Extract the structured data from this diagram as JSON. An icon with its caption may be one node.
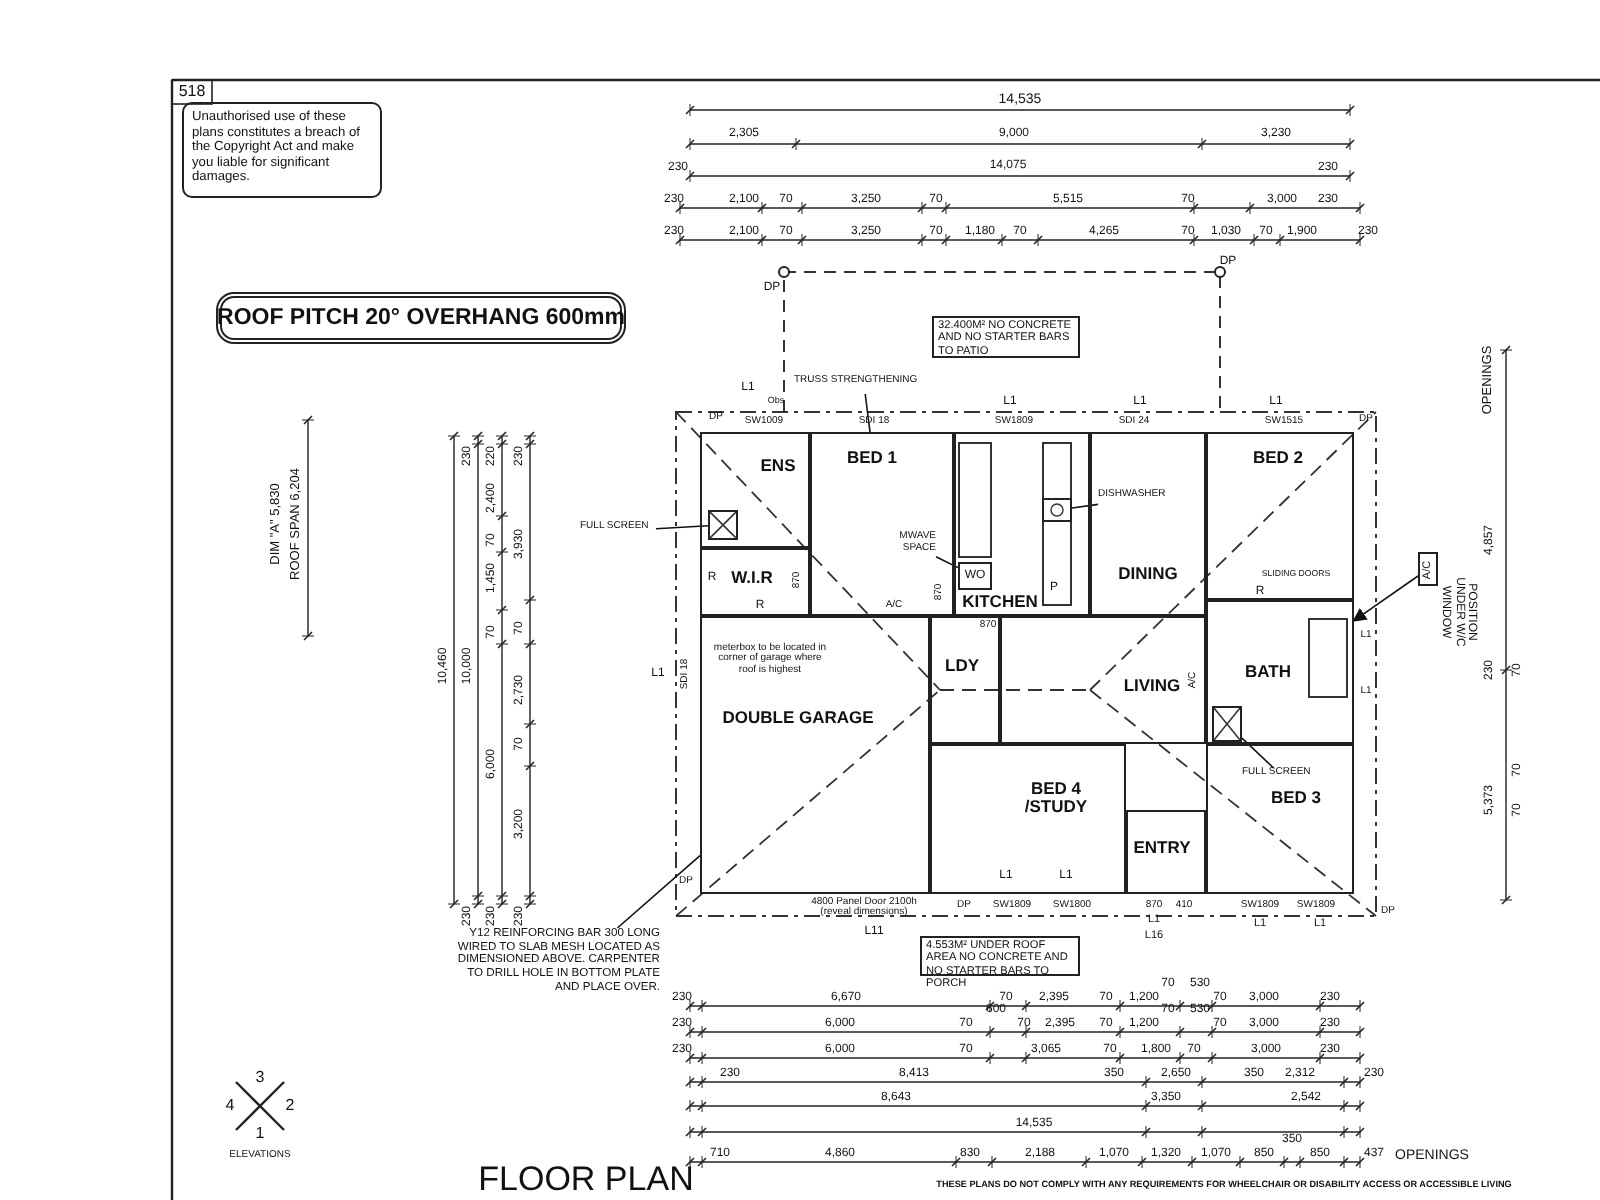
{
  "diagram": {
    "nodes": [
      {
        "text": [
          "Unauthorised use of these plans constitutes a breach of the Copyright Act and make you liable for significant damages."
        ]
      },
      {
        "text": [
          "ROOF PITCH 20° OVERHANG 600mm"
        ]
      },
      {
        "text": [
          "32.400M² NO CONCRETE AND NO STARTER BARS TO PATIO"
        ]
      },
      {
        "text": [
          "ENS"
        ]
      },
      {
        "text": [
          "W.I.R"
        ]
      },
      {
        "text": [
          "BED 1"
        ]
      },
      {
        "text": [
          "KITCHEN"
        ]
      },
      {
        "text": [
          "DINING"
        ]
      },
      {
        "text": [
          "BED 2"
        ]
      },
      {
        "text": [
          "LDY"
        ]
      },
      {
        "text": [
          "LIVING"
        ]
      },
      {
        "text": [
          "BATH"
        ]
      },
      {
        "text": [
          "DOUBLE GARAGE"
        ]
      },
      {
        "text": [
          "BED 4 /STUDY"
        ]
      },
      {
        "text": [
          "ENTRY"
        ]
      },
      {
        "text": [
          "BED 3"
        ]
      },
      {
        "text": [
          "4.553M² UNDER ROOF AREA NO CONCRETE AND NO STARTER BARS TO PORCH"
        ]
      },
      {
        "text": [
          "A/C"
        ],
        "beside": [
          "POSITION UNDER W/C WINDOW"
        ]
      },
      {
        "text": [
          "TRUSS STRENGTHENING"
        ]
      },
      {
        "text": [
          "FULL SCREEN"
        ]
      },
      {
        "text": [
          "MWAVE SPACE"
        ],
        "in": 5
      },
      {
        "text": [
          "DISHWASHER"
        ],
        "in": 7
      },
      {
        "text": [
          "FULL SCREEN"
        ],
        "in": 15
      },
      {
        "text": [
          "Y12 REINFORCING BAR 300 LONG WIRED TO SLAB MESH LOCATED AS DIMENSIONED ABOVE. CARPENTER TO DRILL HOLE IN BOTTOM PLATE AND PLACE OVER."
        ]
      },
      {
        "text": [],
        "shape": "box",
        "in": 3
      },
      {
        "text": [],
        "shape": "box",
        "in": 6
      },
      {
        "text": [
          "WO"
        ],
        "in": 6
      },
      {
        "text": [],
        "shape": "box",
        "in": 11
      }
    ],
    "edges": [
      {
        "from": 18,
        "to": 5,
        "arrow": "none"
      },
      {
        "from": 19,
        "to": 24,
        "arrow": "none"
      },
      {
        "from": 20,
        "to": 26,
        "arrow": "none"
      },
      {
        "from": 21,
        "to": 25,
        "arrow": "none"
      },
      {
        "from": 22,
        "to": 27,
        "arrow": "none"
      },
      {
        "from": 17,
        "to": 11,
        "arrow": "to"
      },
      {
        "from": 23,
        "to": 12,
        "arrow": "none"
      }
    ],
    "labels": [
      "518",
      "14,535",
      "2,305",
      "9,000",
      "3,230",
      "230",
      "14,075",
      "230",
      "230",
      "2,100",
      "70",
      "3,250",
      "70",
      "5,515",
      "70",
      "3,000",
      "230",
      "230",
      "2,100",
      "70",
      "3,250",
      "70",
      "1,180",
      "70",
      "4,265",
      "70",
      "1,030",
      "70",
      "1,900",
      "230",
      "DP",
      "DP",
      "DIM \"A\" 5,830",
      "ROOF SPAN 6,204",
      "10,460",
      "230",
      "10,000",
      "230",
      "220",
      "2,400",
      "70",
      "1,450",
      "70",
      "6,000",
      "230",
      "230",
      "3,930",
      "70",
      "2,730",
      "70",
      "3,200",
      "230",
      "L1",
      "L1",
      "L1",
      "L1",
      "DP",
      "Obs",
      "SW1009",
      "SDI 18",
      "SW1809",
      "SDI 24",
      "SW1515",
      "DP",
      "870",
      "870",
      "870",
      "P",
      "A/C",
      "A/C",
      "SLIDING DOORS",
      "R",
      "R",
      "R",
      "L1",
      "SDI 18",
      "L1",
      "L1",
      "meterbox to be located in corner of garage where roof is highest",
      "4800 Panel Door 2100h (reveal dimensions)",
      "L11",
      "DP",
      "L1",
      "L1",
      "DP",
      "SW1809",
      "SW1800",
      "870",
      "410",
      "L1",
      "L16",
      "SW1809",
      "SW1809",
      "DP",
      "L1",
      "L1",
      "OPENINGS",
      "4,857",
      "230",
      "70",
      "5,373",
      "70",
      "70",
      "230",
      "6,670",
      "70",
      "2,395",
      "70",
      "1,200",
      "70",
      "530",
      "70",
      "3,000",
      "230",
      "230",
      "6,000",
      "70",
      "600",
      "70",
      "2,395",
      "70",
      "1,200",
      "70",
      "530",
      "70",
      "3,000",
      "230",
      "230",
      "6,000",
      "70",
      "3,065",
      "70",
      "1,800",
      "70",
      "3,000",
      "230",
      "230",
      "8,413",
      "350",
      "2,650",
      "350",
      "2,312",
      "230",
      "8,643",
      "3,350",
      "2,542",
      "14,535",
      "710",
      "4,860",
      "830",
      "2,188",
      "1,070",
      "1,320",
      "1,070",
      "850",
      "350",
      "850",
      "437",
      "OPENINGS",
      "FLOOR PLAN",
      "3",
      "4",
      "2",
      "1",
      "ELEVATIONS",
      "THESE PLANS DO NOT COMPLY WITH ANY REQUIREMENTS FOR WHEELCHAIR OR DISABILITY ACCESS OR ACCESSIBLE LIVING"
    ]
  }
}
